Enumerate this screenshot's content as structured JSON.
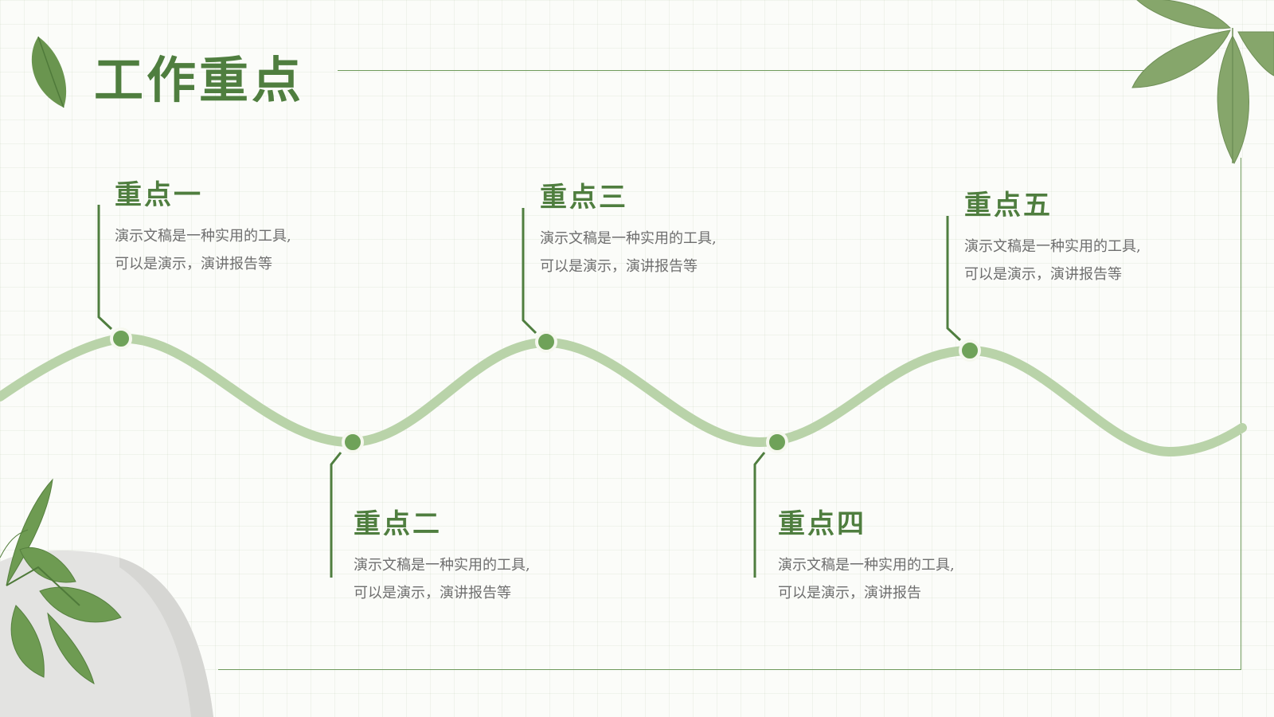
{
  "title": "工作重点",
  "colors": {
    "accent": "#4f7e3f",
    "wave": "#b9d3a9",
    "node": "#6fa259",
    "text": "#6e6e6e",
    "background": "#fbfcf9"
  },
  "points": [
    {
      "heading": "重点一",
      "line1": "演示文稿是一种实用的工具,",
      "line2": "可以是演示，演讲报告等"
    },
    {
      "heading": "重点二",
      "line1": "演示文稿是一种实用的工具,",
      "line2": "可以是演示，演讲报告等"
    },
    {
      "heading": "重点三",
      "line1": "演示文稿是一种实用的工具,",
      "line2": "可以是演示，演讲报告等"
    },
    {
      "heading": "重点四",
      "line1": "演示文稿是一种实用的工具,",
      "line2": "可以是演示，演讲报告"
    },
    {
      "heading": "重点五",
      "line1": "演示文稿是一种实用的工具,",
      "line2": "可以是演示，演讲报告等"
    }
  ]
}
